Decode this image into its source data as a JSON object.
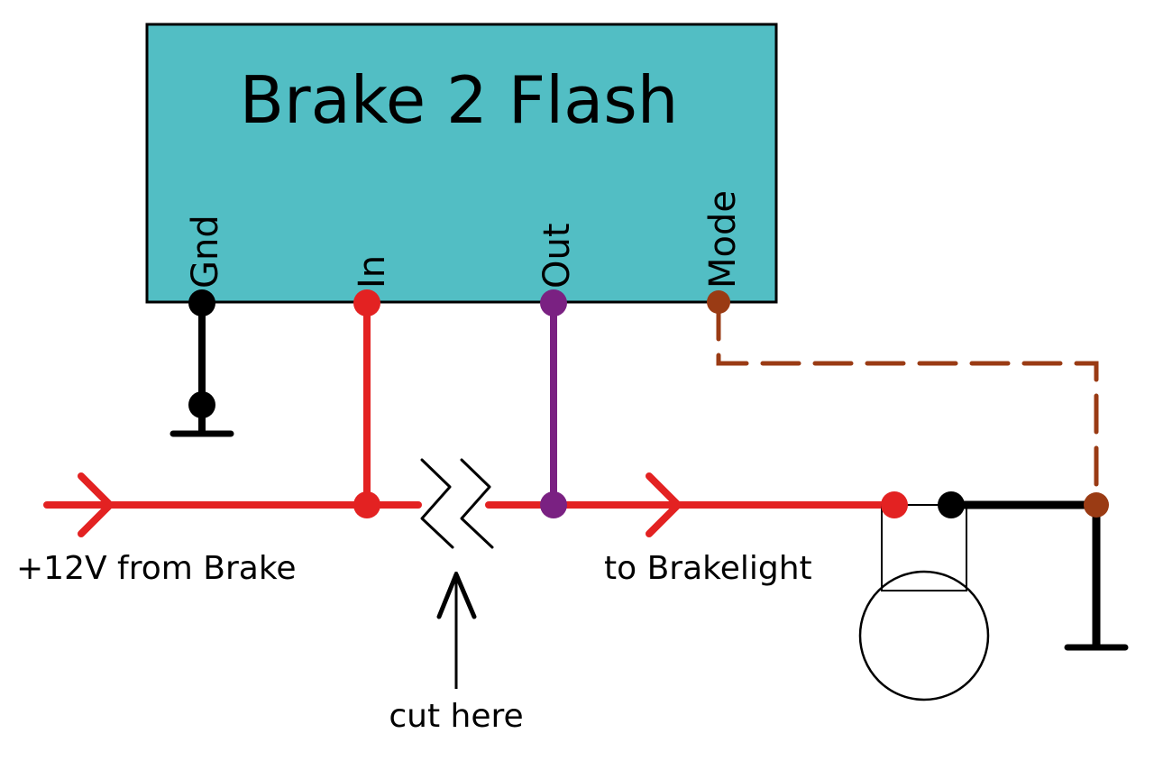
{
  "module": {
    "title": "Brake 2 Flash",
    "fill_color": "#52bec4",
    "pins": [
      {
        "id": "gnd",
        "label": "Gnd",
        "color": "#000000"
      },
      {
        "id": "in",
        "label": "In",
        "color": "#e32222"
      },
      {
        "id": "out",
        "label": "Out",
        "color": "#7a2182"
      },
      {
        "id": "mode",
        "label": "Mode",
        "color": "#9a3b14"
      }
    ]
  },
  "labels": {
    "source": "+12V from Brake",
    "destination": "to Brakelight",
    "cut": "cut here"
  },
  "wires": {
    "power_color": "#e32222",
    "ground_color": "#000000",
    "output_color": "#7a2182",
    "mode_color": "#9a3b14",
    "mode_line_style": "dashed"
  },
  "components": {
    "lamp": "brake-light-bulb",
    "break_symbol": "wire-cut-break",
    "grounds": [
      "module-ground",
      "lamp-ground"
    ]
  }
}
